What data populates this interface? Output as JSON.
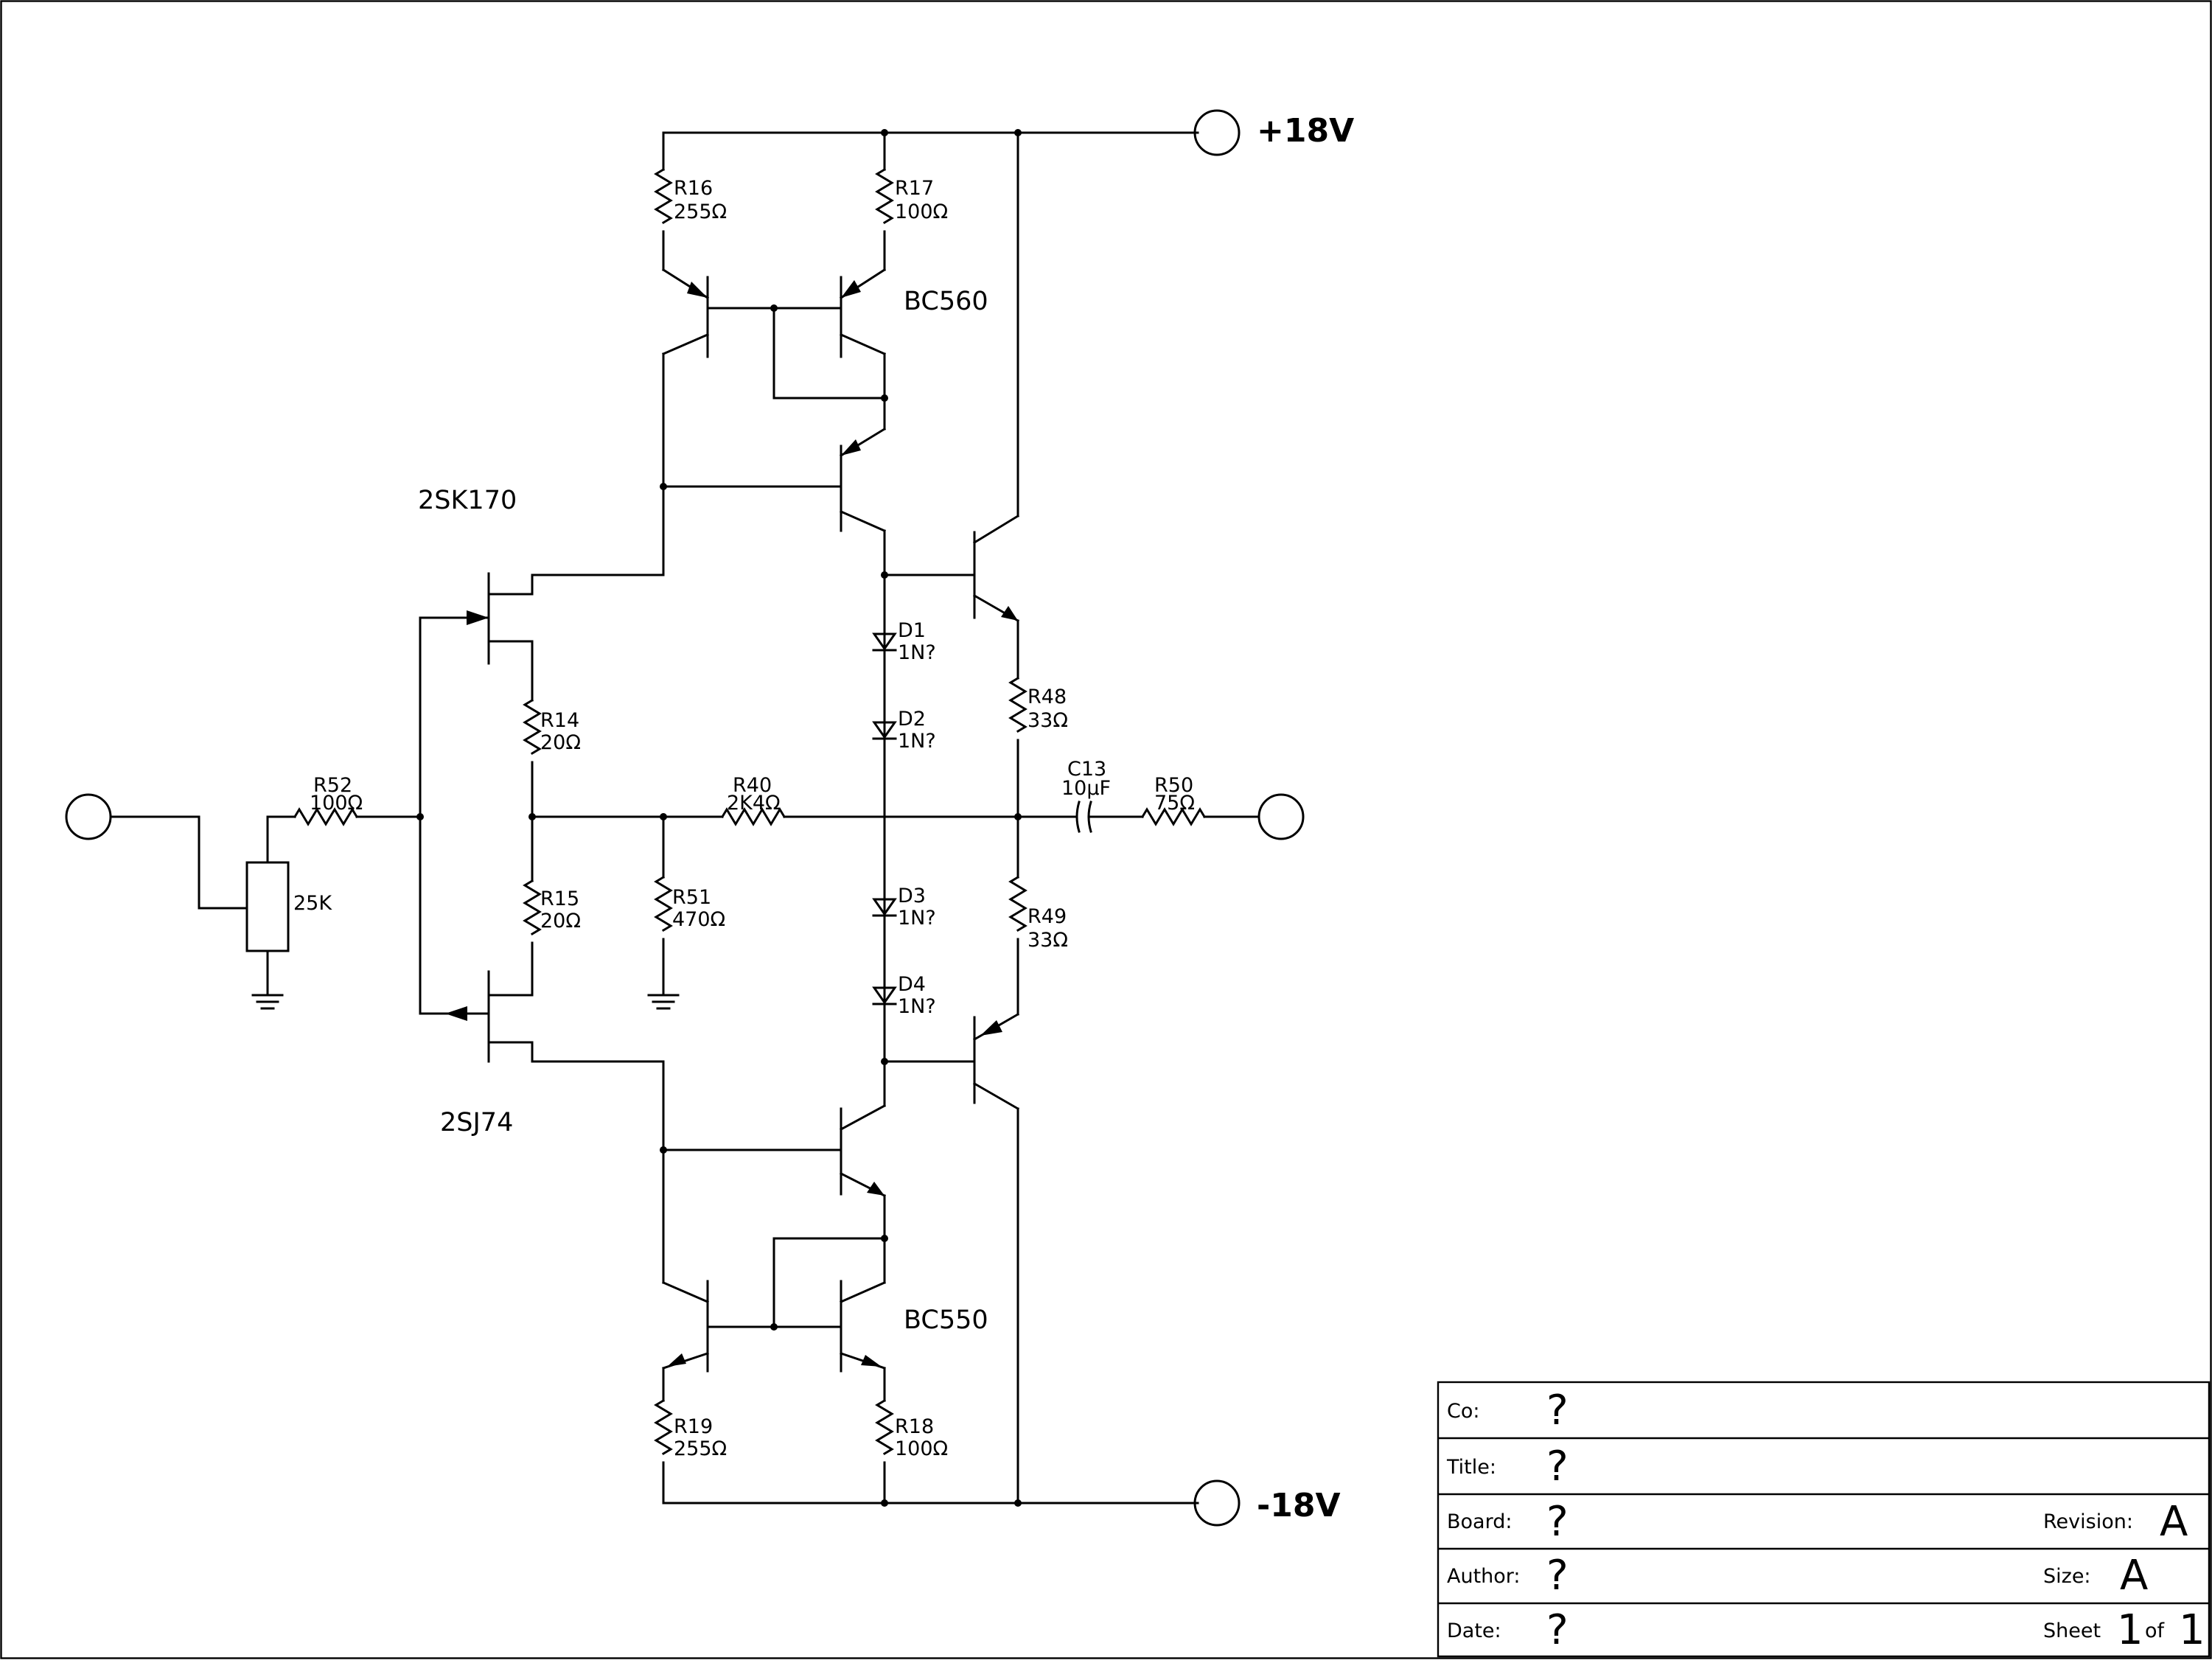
{
  "rails": {
    "positive": "+18V",
    "negative": "-18V"
  },
  "parts": {
    "q_input_n": "2SK170",
    "q_input_p": "2SJ74",
    "mirror_top": "BC560",
    "mirror_bottom": "BC550",
    "pot": "25K",
    "r16": {
      "ref": "R16",
      "value": "255Ω"
    },
    "r17": {
      "ref": "R17",
      "value": "100Ω"
    },
    "r14": {
      "ref": "R14",
      "value": "20Ω"
    },
    "r15": {
      "ref": "R15",
      "value": "20Ω"
    },
    "r52": {
      "ref": "R52",
      "value": "100Ω"
    },
    "r51": {
      "ref": "R51",
      "value": "470Ω"
    },
    "r40": {
      "ref": "R40",
      "value": "2K4Ω"
    },
    "r48": {
      "ref": "R48",
      "value": "33Ω"
    },
    "r49": {
      "ref": "R49",
      "value": "33Ω"
    },
    "c13": {
      "ref": "C13",
      "value": "10μF"
    },
    "r50": {
      "ref": "R50",
      "value": "75Ω"
    },
    "r19": {
      "ref": "R19",
      "value": "255Ω"
    },
    "r18": {
      "ref": "R18",
      "value": "100Ω"
    },
    "d1": {
      "ref": "D1",
      "value": "1N?"
    },
    "d2": {
      "ref": "D2",
      "value": "1N?"
    },
    "d3": {
      "ref": "D3",
      "value": "1N?"
    },
    "d4": {
      "ref": "D4",
      "value": "1N?"
    }
  },
  "title_block": {
    "co_label": "Co:",
    "co_value": "?",
    "title_label": "Title:",
    "title_value": "?",
    "board_label": "Board:",
    "board_value": "?",
    "author_label": "Author:",
    "author_value": "?",
    "date_label": "Date:",
    "date_value": "?",
    "revision_label": "Revision:",
    "revision_value": "A",
    "size_label": "Size:",
    "size_value": "A",
    "sheet_label": "Sheet",
    "sheet_num": "1",
    "of_label": "of",
    "sheet_total": "1"
  }
}
